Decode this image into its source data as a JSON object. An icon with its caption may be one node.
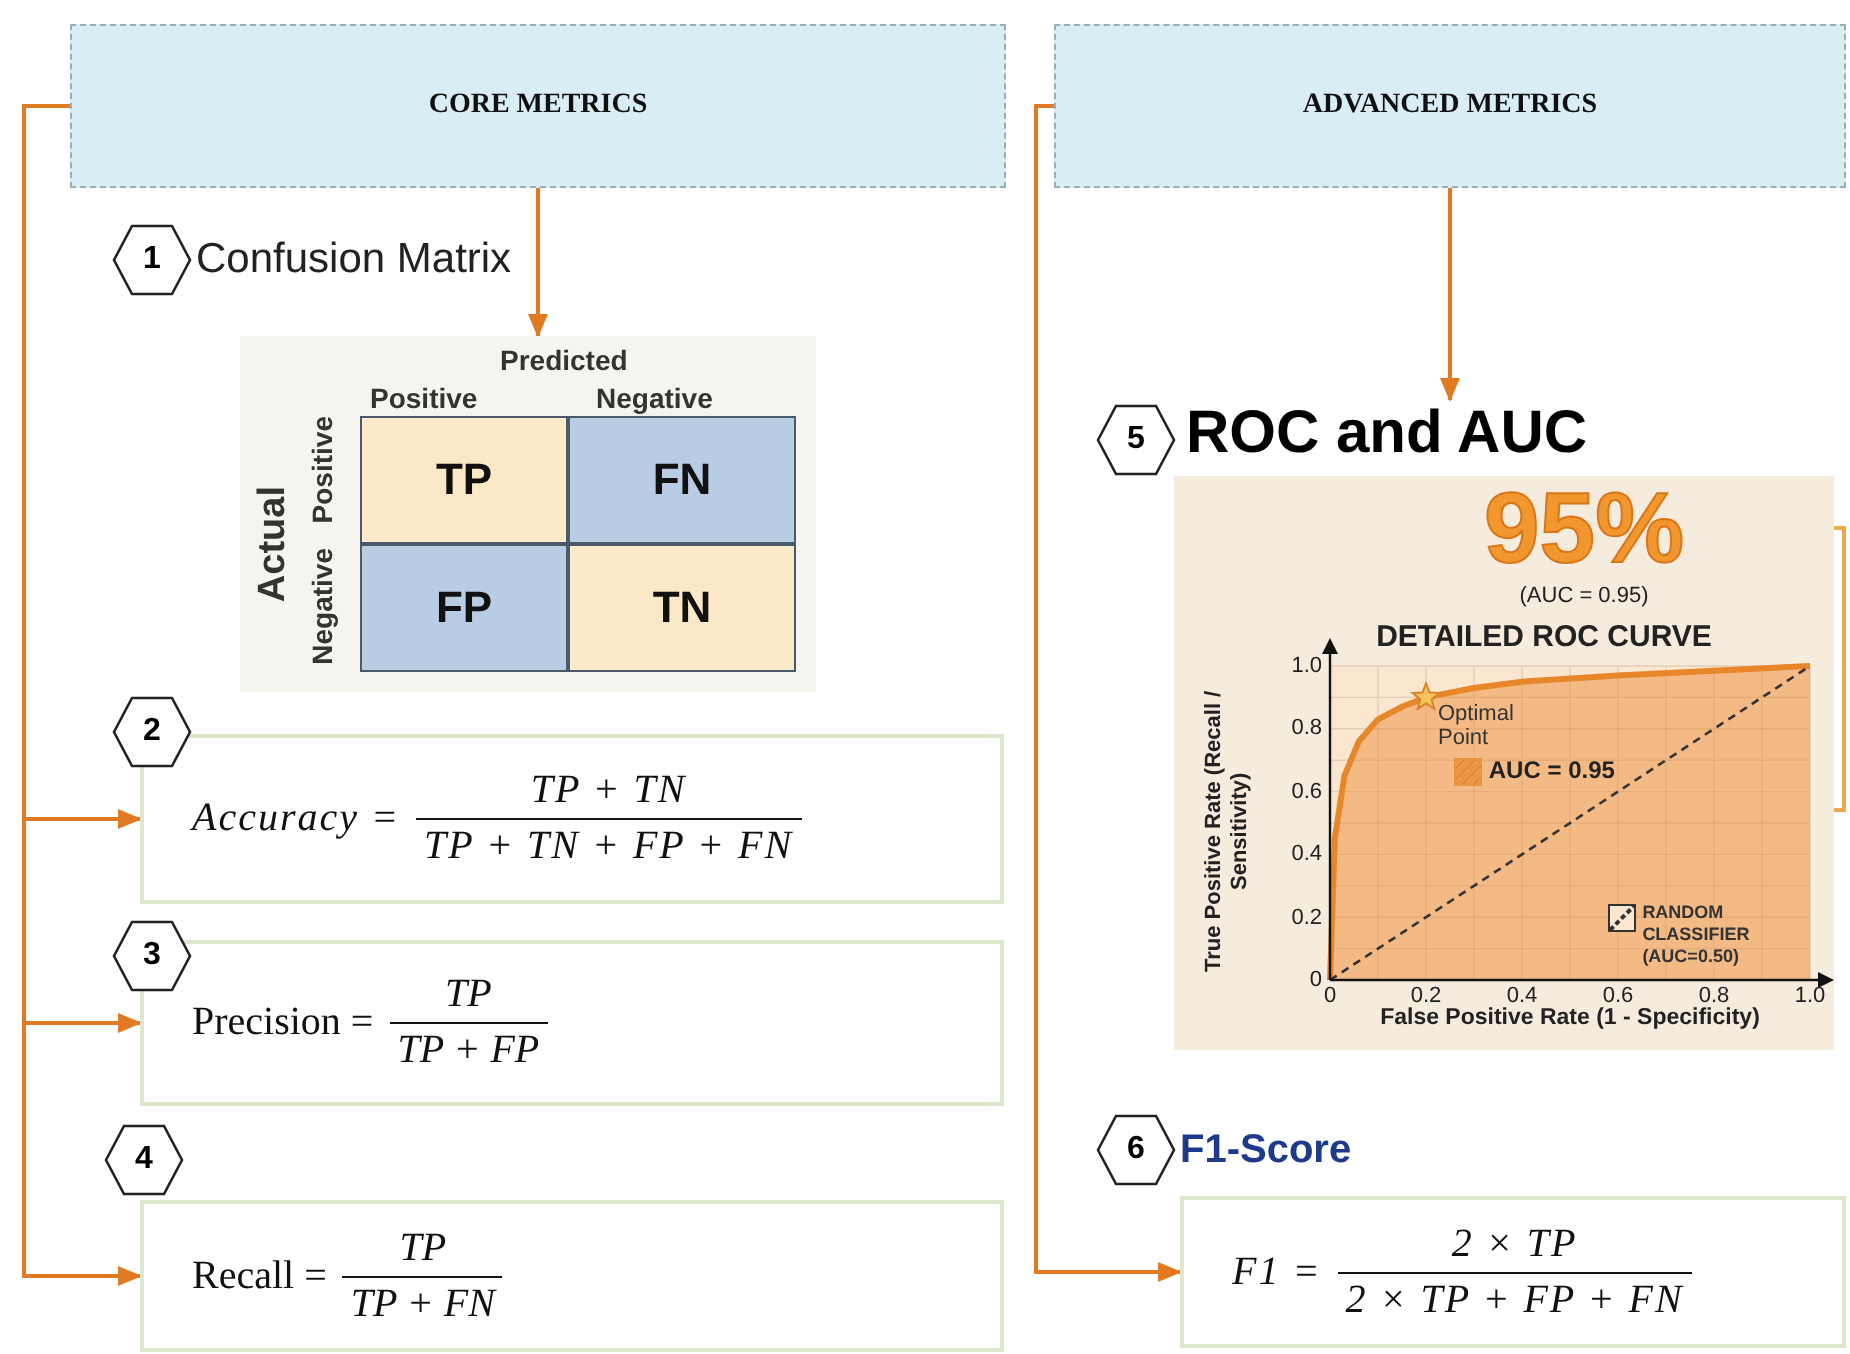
{
  "diagram": {
    "nodes": [
      {
        "text": [
          "CORE METRICS"
        ]
      },
      {
        "text": [
          "1"
        ],
        "beside": [
          "Confusion Matrix"
        ]
      },
      {
        "text": [
          "Predicted",
          "Positive",
          "Negative",
          "Actual",
          "Positive",
          "Negative",
          "TP",
          "FN",
          "FP",
          "TN"
        ]
      },
      {
        "text": [
          "2"
        ]
      },
      {
        "text": [
          "Accuracy =",
          "TP + TN",
          "TP + TN + FP + FN"
        ]
      },
      {
        "text": [
          "3"
        ]
      },
      {
        "text": [
          "Precision =",
          "TP",
          "TP + FP"
        ]
      },
      {
        "text": [
          "4"
        ]
      },
      {
        "text": [
          "Recall =",
          "TP",
          "TP + FN"
        ]
      },
      {
        "text": [
          "ADVANCED METRICS"
        ]
      },
      {
        "text": [
          "5"
        ]
      },
      {
        "text": [
          "ROC and AUC"
        ]
      },
      {
        "text": [
          "95%"
        ],
        "beside": [
          "(AUC = 0.95)"
        ],
        "in": 11
      },
      {
        "text": [
          "6"
        ],
        "beside": [
          "F1-Score"
        ]
      },
      {
        "text": [
          "F1 =",
          "2 × TP",
          "2 × TP + FP + FN"
        ]
      }
    ],
    "edges": [
      {
        "from": 0,
        "to": 2,
        "arrow": "to"
      },
      {
        "from": 0,
        "to": 4,
        "arrow": "to"
      },
      {
        "from": 0,
        "to": 6,
        "arrow": "to"
      },
      {
        "from": 0,
        "to": 8,
        "arrow": "to"
      },
      {
        "from": 9,
        "to": 11,
        "arrow": "to"
      },
      {
        "from": null,
        "to": 12,
        "arrow": "to",
        "color": "#e9a94c"
      },
      {
        "from": 9,
        "to": 14,
        "arrow": "to"
      }
    ],
    "chart_data": {
      "type": "line",
      "grid": true,
      "legend": "lower right",
      "title": "DETAILED ROC CURVE",
      "xlabel": "False Positive Rate (1 - Specificity)",
      "ylabel": "True Positive Rate (Recall / Sensitivity)",
      "x": [
        0,
        0.01,
        0.03,
        0.06,
        0.1,
        0.15,
        0.2,
        0.3,
        0.4,
        0.6,
        0.8,
        1
      ],
      "series": [
        {
          "name": "AUC = 0.95",
          "color": "#e8862a",
          "values": [
            0,
            0.45,
            0.65,
            0.76,
            0.83,
            0.87,
            0.9,
            0.93,
            0.95,
            0.97,
            0.985,
            1
          ]
        },
        {
          "name": "RANDOM CLASSIFIER (AUC=0.50)",
          "color": "#333333",
          "line_style": "dashed",
          "values": [
            0,
            0.01,
            0.03,
            0.06,
            0.1,
            0.15,
            0.2,
            0.3,
            0.4,
            0.6,
            0.8,
            1
          ]
        }
      ],
      "xlim": [
        0,
        1
      ],
      "ylim": [
        0,
        1
      ],
      "xticks": [
        0,
        0.2,
        0.4,
        0.6,
        0.8,
        {
          "value": 1,
          "label": "1.0"
        }
      ],
      "yticks": [
        0,
        0.2,
        0.4,
        0.6,
        0.8,
        {
          "value": 1,
          "label": "1.0"
        }
      ],
      "annotations": [
        {
          "x": 0.2,
          "y": 0.9,
          "text": "Optimal Point"
        }
      ]
    }
  }
}
